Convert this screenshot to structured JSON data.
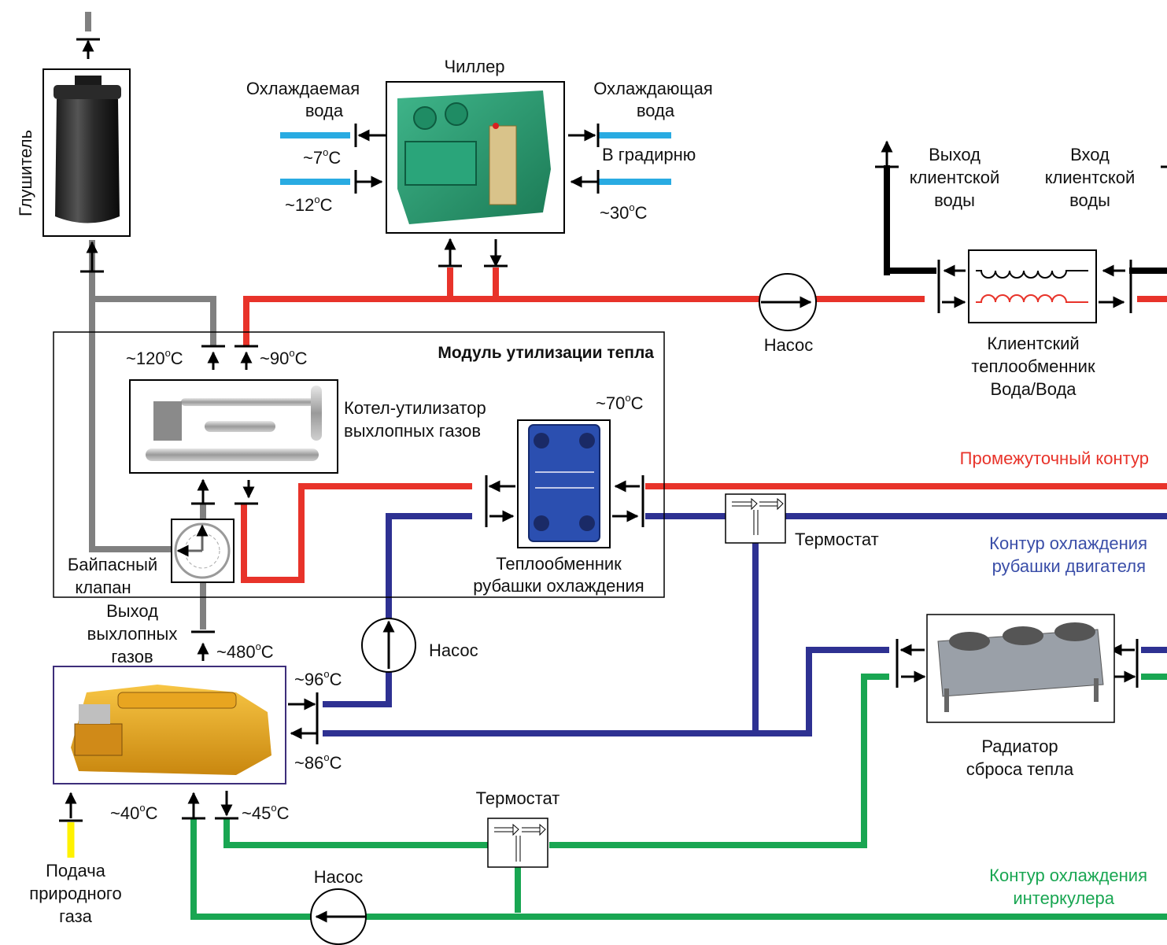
{
  "colors": {
    "intermediate_loop": "#e8332a",
    "jacket_loop": "#2e3192",
    "intercooler_loop": "#19a652",
    "exhaust": "#808080",
    "chilled_water": "#29abe2",
    "gas_supply": "#fff200",
    "client_water": "#000000"
  },
  "labels": {
    "muffler": "Глушитель",
    "chiller": "Чиллер",
    "chilled_water_line1": "Охлаждаемая",
    "chilled_water_line2": "вода",
    "cooling_water_line1": "Охлаждающая",
    "cooling_water_line2": "вода",
    "to_tower": "В градирню",
    "client_out_line1": "Выход",
    "client_out_line2": "клиентской",
    "client_out_line3": "воды",
    "client_in_line1": "Вход",
    "client_in_line2": "клиентской",
    "client_in_line3": "воды",
    "pump": "Насос",
    "client_hx_line1": "Клиентский",
    "client_hx_line2": "теплообменник",
    "client_hx_line3": "Вода/Вода",
    "heat_module": "Модуль утилизации тепла",
    "boiler_line1": "Котел-утилизатор",
    "boiler_line2": "выхлопных газов",
    "intermediate_loop": "Промежуточный контур",
    "thermostat": "Термостат",
    "jacket_loop_line1": "Контур охлаждения",
    "jacket_loop_line2": "рубашки двигателя",
    "bypass_line1": "Байпасный",
    "bypass_line2": "клапан",
    "jacket_hx_line1": "Теплообменник",
    "jacket_hx_line2": "рубашки охлаждения",
    "exhaust_out_line1": "Выход",
    "exhaust_out_line2": "выхлопных",
    "exhaust_out_line3": "газов",
    "radiator_line1": "Радиатор",
    "radiator_line2": "сброса тепла",
    "gas_supply_line1": "Подача",
    "gas_supply_line2": "природного",
    "gas_supply_line3": "газа",
    "intercooler_loop_line1": "Контур охлаждения",
    "intercooler_loop_line2": "интеркулера"
  },
  "temperatures": {
    "chilled_supply": "~7",
    "chilled_return": "~12",
    "tower_return": "~30",
    "exhaust_after_boiler": "~120",
    "hot_water_out": "~90",
    "hx_intermediate": "~70",
    "exhaust_from_engine": "~480",
    "jacket_out": "~96",
    "jacket_in": "~86",
    "intercooler_in": "~40",
    "intercooler_out": "~45",
    "unit": "C",
    "degree": "o"
  }
}
